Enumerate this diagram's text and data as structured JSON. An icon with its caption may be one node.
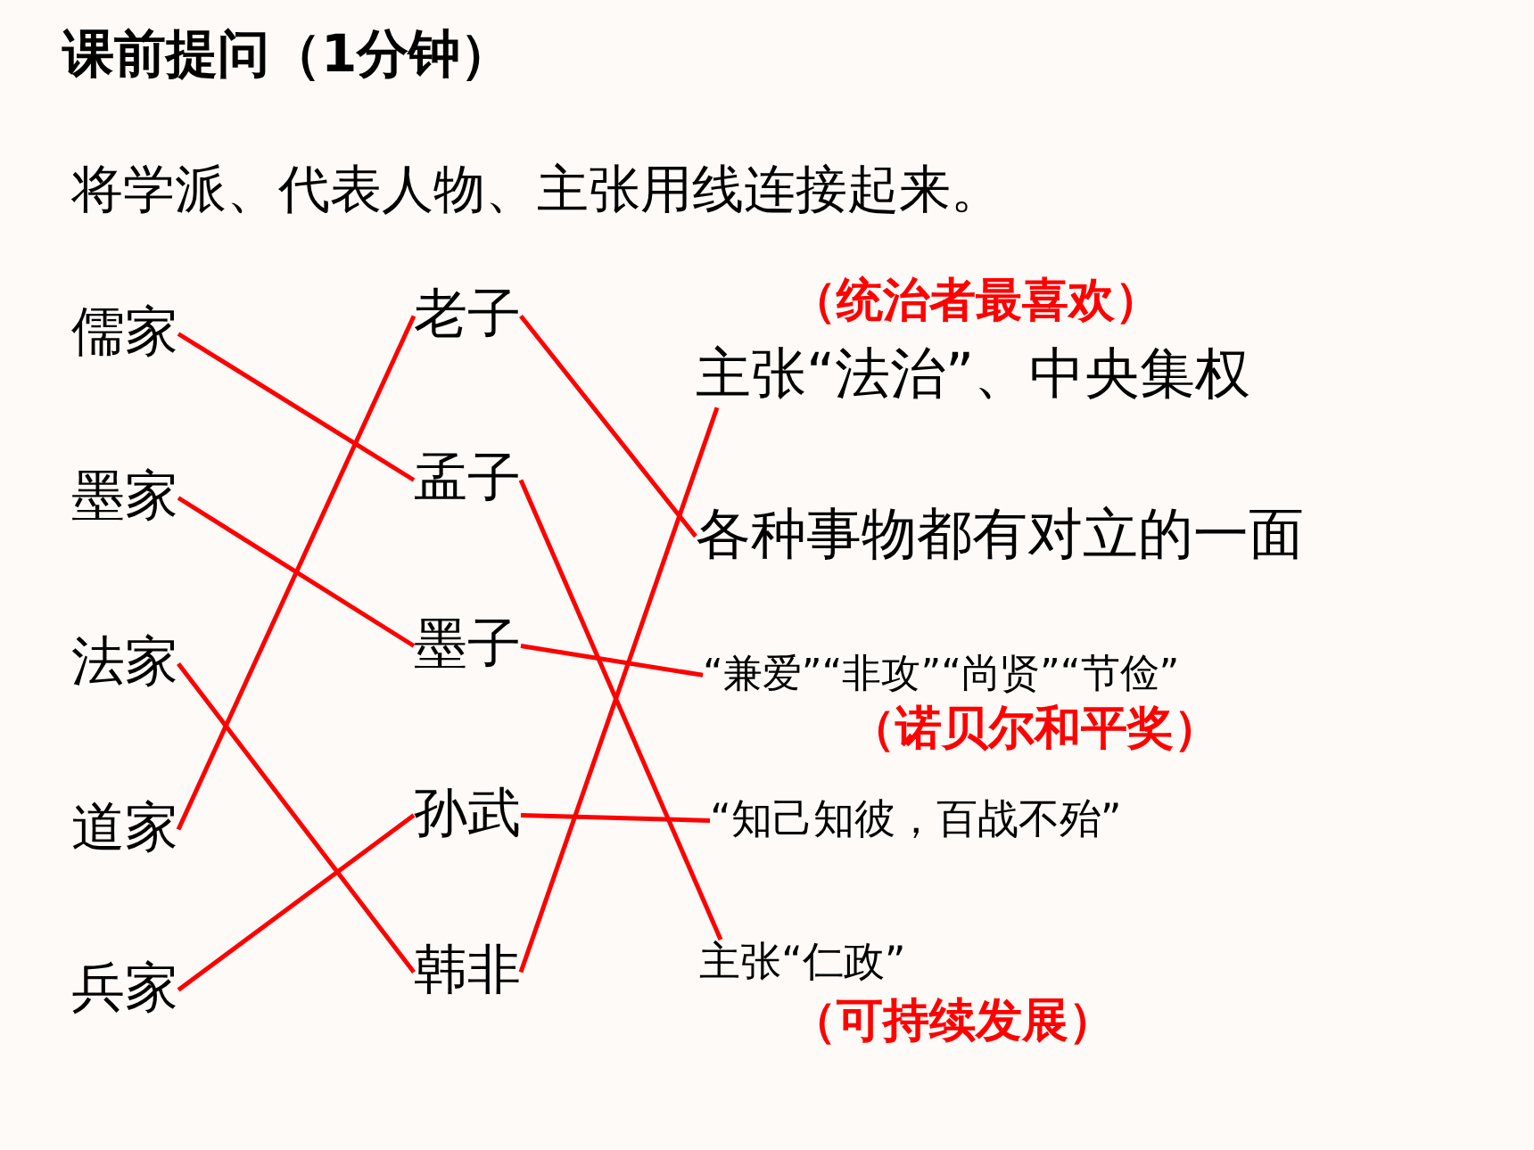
{
  "diagram": {
    "title": "课前提问（1分钟）",
    "nodes": [
      {
        "text": [
          "儒家"
        ]
      },
      {
        "text": [
          "墨家"
        ]
      },
      {
        "text": [
          "法家"
        ]
      },
      {
        "text": [
          "道家"
        ]
      },
      {
        "text": [
          "兵家"
        ]
      },
      {
        "text": [
          "老子"
        ]
      },
      {
        "text": [
          "孟子"
        ]
      },
      {
        "text": [
          "墨子"
        ]
      },
      {
        "text": [
          "孙武"
        ]
      },
      {
        "text": [
          "韩非"
        ]
      },
      {
        "text": [
          "主张“法治”、中央集权"
        ],
        "beside": [
          "（统治者最喜欢）"
        ]
      },
      {
        "text": [
          "各种事物都有对立的一面"
        ]
      },
      {
        "text": [
          "“兼爱”“非攻”“尚贤”“节俭”"
        ],
        "beside": [
          "（诺贝尔和平奖）"
        ]
      },
      {
        "text": [
          "“知己知彼，百战不殆”"
        ]
      },
      {
        "text": [
          "主张“仁政”"
        ],
        "beside": [
          "（可持续发展）"
        ]
      }
    ],
    "edges": [
      {
        "from": 0,
        "to": 6,
        "arrow": "none"
      },
      {
        "from": 1,
        "to": 7,
        "arrow": "none"
      },
      {
        "from": 2,
        "to": 9,
        "arrow": "none"
      },
      {
        "from": 3,
        "to": 5,
        "arrow": "none"
      },
      {
        "from": 4,
        "to": 8,
        "arrow": "none"
      },
      {
        "from": 5,
        "to": 11,
        "arrow": "none"
      },
      {
        "from": 6,
        "to": 14,
        "arrow": "none"
      },
      {
        "from": 7,
        "to": 12,
        "arrow": "none"
      },
      {
        "from": 8,
        "to": 13,
        "arrow": "none"
      },
      {
        "from": 9,
        "to": 10,
        "arrow": "none"
      }
    ],
    "labels": [
      "将学派、代表人物、主张用线连接起来。"
    ]
  }
}
